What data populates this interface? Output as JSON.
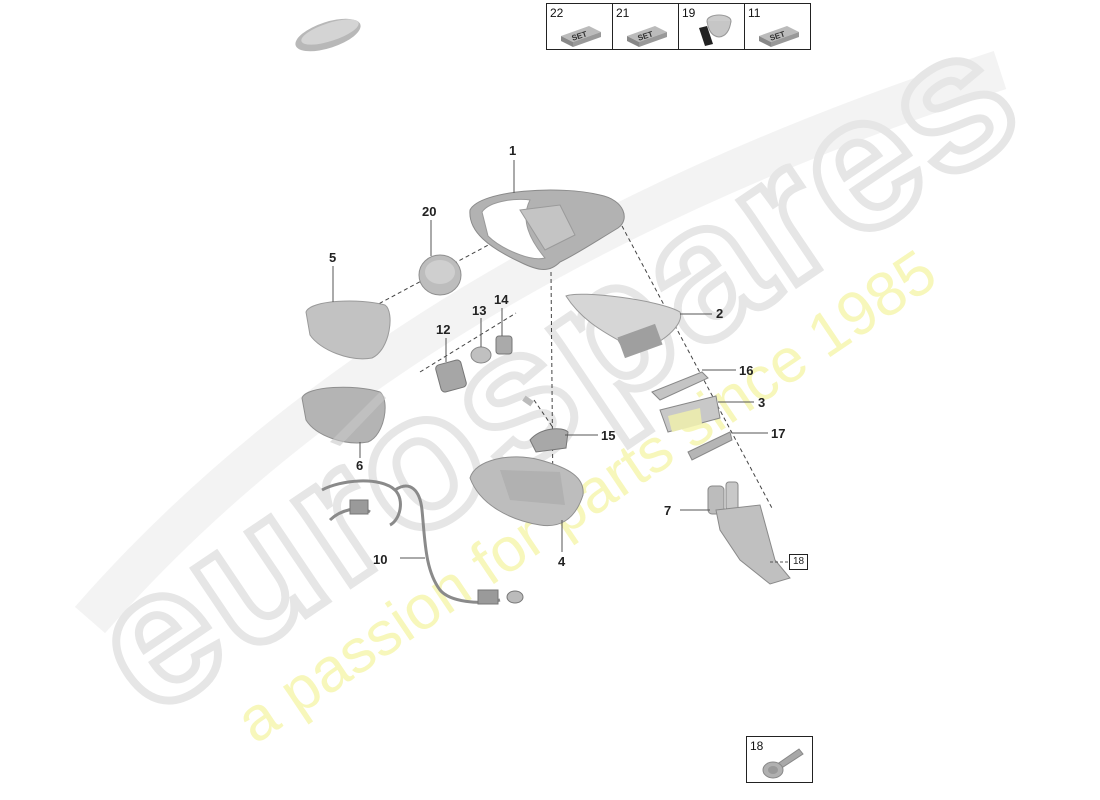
{
  "diagram": {
    "type": "exploded-parts-diagram",
    "subject": "exterior mirror assembly"
  },
  "watermark": {
    "brand": "eurospares",
    "tagline": "a passion for parts since 1985",
    "brand_color": "#e8e8e8",
    "tagline_color": "#f5f5a0"
  },
  "legend": {
    "items": [
      {
        "number": "22",
        "icon": "set-box-icon",
        "label": "SET"
      },
      {
        "number": "21",
        "icon": "set-box-icon",
        "label": "SET"
      },
      {
        "number": "19",
        "icon": "tape-roll-icon",
        "label": ""
      },
      {
        "number": "11",
        "icon": "set-box-icon",
        "label": "SET"
      }
    ]
  },
  "callouts": [
    {
      "id": "1",
      "label": "1"
    },
    {
      "id": "2",
      "label": "2"
    },
    {
      "id": "3",
      "label": "3"
    },
    {
      "id": "4",
      "label": "4"
    },
    {
      "id": "5",
      "label": "5"
    },
    {
      "id": "6",
      "label": "6"
    },
    {
      "id": "7",
      "label": "7"
    },
    {
      "id": "10",
      "label": "10"
    },
    {
      "id": "12",
      "label": "12"
    },
    {
      "id": "13",
      "label": "13"
    },
    {
      "id": "14",
      "label": "14"
    },
    {
      "id": "15",
      "label": "15"
    },
    {
      "id": "16",
      "label": "16"
    },
    {
      "id": "17",
      "label": "17"
    },
    {
      "id": "20",
      "label": "20"
    }
  ],
  "ref_box": {
    "label": "18"
  },
  "bolt_detail": {
    "number": "18"
  }
}
